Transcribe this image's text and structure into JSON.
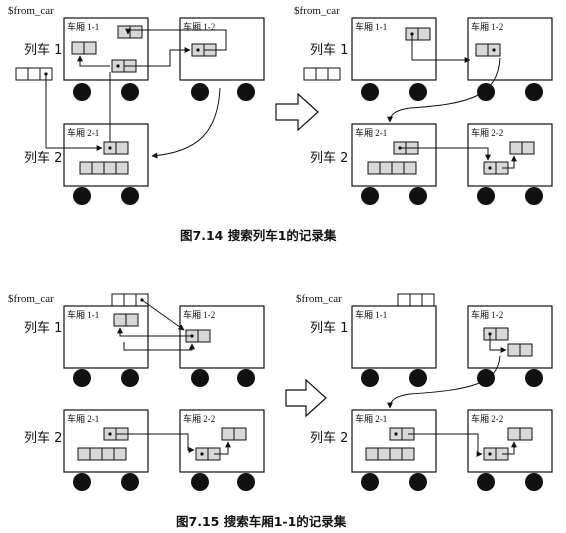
{
  "labels": {
    "from_car": "$from_car",
    "train1": "列车 1",
    "train2": "列车 2",
    "car_1_1": "车厢 1-1",
    "car_1_2": "车厢 1-2",
    "car_2_1": "车厢 2-1",
    "car_2_2": "车厢 2-2"
  },
  "captions": {
    "fig_7_14": "图7.14    搜索列车1的记录集",
    "fig_7_15": "图7.15    搜索车厢1-1的记录集"
  },
  "colors": {
    "line": "#111111",
    "cell_fill": "#d8d8d8",
    "background": "#ffffff"
  }
}
